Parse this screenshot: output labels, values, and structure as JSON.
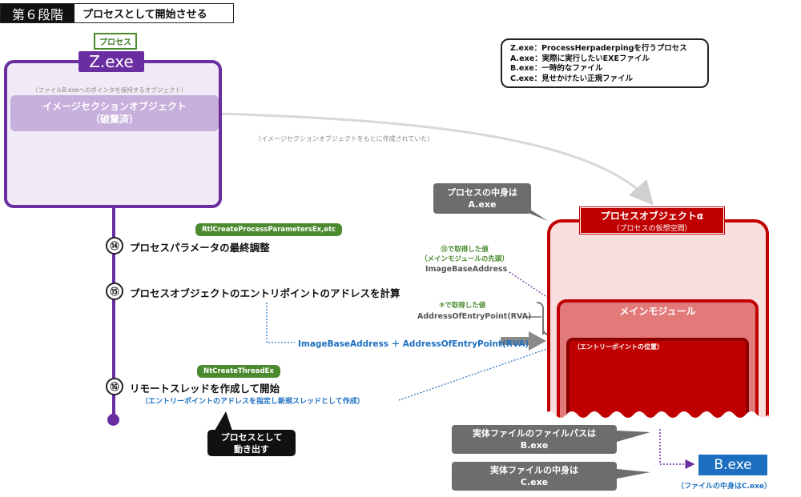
{
  "header": {
    "stage_label": "第６段階",
    "stage_title": "プロセスとして開始させる"
  },
  "process_tag": "プロセス",
  "z_exe": {
    "label": "Z.exe",
    "note": "（ファイルB.exeへのポインタを保持するオブジェクト）",
    "section_line1": "イメージセクションオブジェクト",
    "section_line2": "（破棄済）"
  },
  "created_note": "（イメージセクションオブジェクトをもとに作成されていた）",
  "legend": [
    "Z.exe：ProcessHerpaderpingを行うプロセス",
    "A.exe：実際に実行したいEXEファイル",
    "B.exe：一時的なファイル",
    "C.exe：見せかけたい正規ファイル"
  ],
  "steps": [
    {
      "num": "⑭",
      "text": "プロセスパラメータの最終調整",
      "api": "RtlCreateProcessParametersEx,etc"
    },
    {
      "num": "⑮",
      "text": "プロセスオブジェクトのエントリポイントのアドレスを計算"
    },
    {
      "num": "⑯",
      "text": "リモートスレッドを作成して開始",
      "api": "NtCreateThreadEx",
      "note": "（エントリーポイントのアドレスを指定し新規スレッドとして作成）"
    }
  ],
  "formula": "ImageBaseAddress ＋ AddressOfEntryPoint(RVA)",
  "callouts": {
    "process_content_line1": "プロセスの中身は",
    "process_content_line2": "A.exe",
    "start_line1": "プロセスとして",
    "start_line2": "動き出す",
    "file_path_line1": "実体ファイルのファイルパスは",
    "file_path_line2": "B.exe",
    "file_content_line1": "実体ファイルの中身は",
    "file_content_line2": "C.exe"
  },
  "process_object": {
    "title": "プロセスオブジェクトα",
    "subtitle": "（プロセスの仮想空間）",
    "main_module": "メインモジュール",
    "entry_point": "（エントリーポイントの位置）"
  },
  "image_base": {
    "note_line1": "⑬で取得した値",
    "note_line2": "（メインモジュールの先頭）",
    "label": "ImageBaseAddress"
  },
  "entry_rva": {
    "note": "⑨で取得した値",
    "label": "AddressOfEntryPoint(RVA)"
  },
  "b_exe": {
    "label": "B.exe",
    "note": "（ファイルの中身はC.exe）"
  },
  "colors": {
    "purple": "#6a2ea0",
    "red": "#c00000",
    "green": "#4b8a2e",
    "blue": "#1c6fc0"
  }
}
